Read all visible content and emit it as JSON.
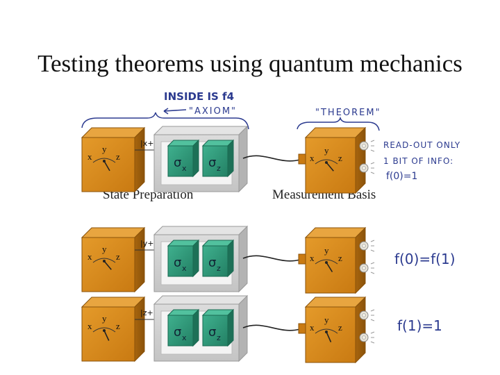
{
  "title": "Testing theorems using quantum mechanics",
  "labels": {
    "state_preparation": "State Preparation",
    "measurement_basis": "Measurement Basis"
  },
  "handwritten": {
    "inside_is": "INSIDE IS f4",
    "axiom": "\"AXIOM\"",
    "theorem": "\"THEOREM\"",
    "readout_line1": "READ-OUT ONLY",
    "readout_line2": "1 BIT OF INFO:",
    "readout_line3": "f(0)=1",
    "row2_note": "f(0)=f(1)",
    "row3_note": "f(1)=1"
  },
  "rows": [
    {
      "ket": "|x+⟩"
    },
    {
      "ket": "|y+⟩"
    },
    {
      "ket": "|z+⟩"
    }
  ],
  "device_axes": {
    "x": "x",
    "y": "y",
    "z": "z"
  },
  "sigma_x": "σx",
  "sigma_z": "σz",
  "colors": {
    "orange_box": "#d98a1c",
    "orange_dark": "#9a5b0c",
    "grey_frame": "#cfd0d0",
    "green_box": "#2e9a7a",
    "ink": "#2b3a8f"
  }
}
